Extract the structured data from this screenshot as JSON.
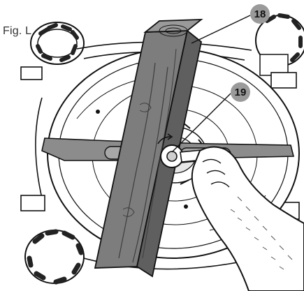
{
  "figure": {
    "label": "Fig. L",
    "callouts": [
      {
        "id": "18",
        "label": "18"
      },
      {
        "id": "19",
        "label": "19"
      }
    ]
  },
  "colors": {
    "line": "#111111",
    "wood": "#8a8a8a",
    "wood_dark": "#6f6f6f",
    "blade": "#8c8c8c",
    "callout_fill": "#9a9a9a",
    "deck": "#ffffff",
    "tire": "#222222"
  },
  "icons": [
    "wheel",
    "wooden-block",
    "mower-blade",
    "gloved-hand",
    "wrench"
  ]
}
